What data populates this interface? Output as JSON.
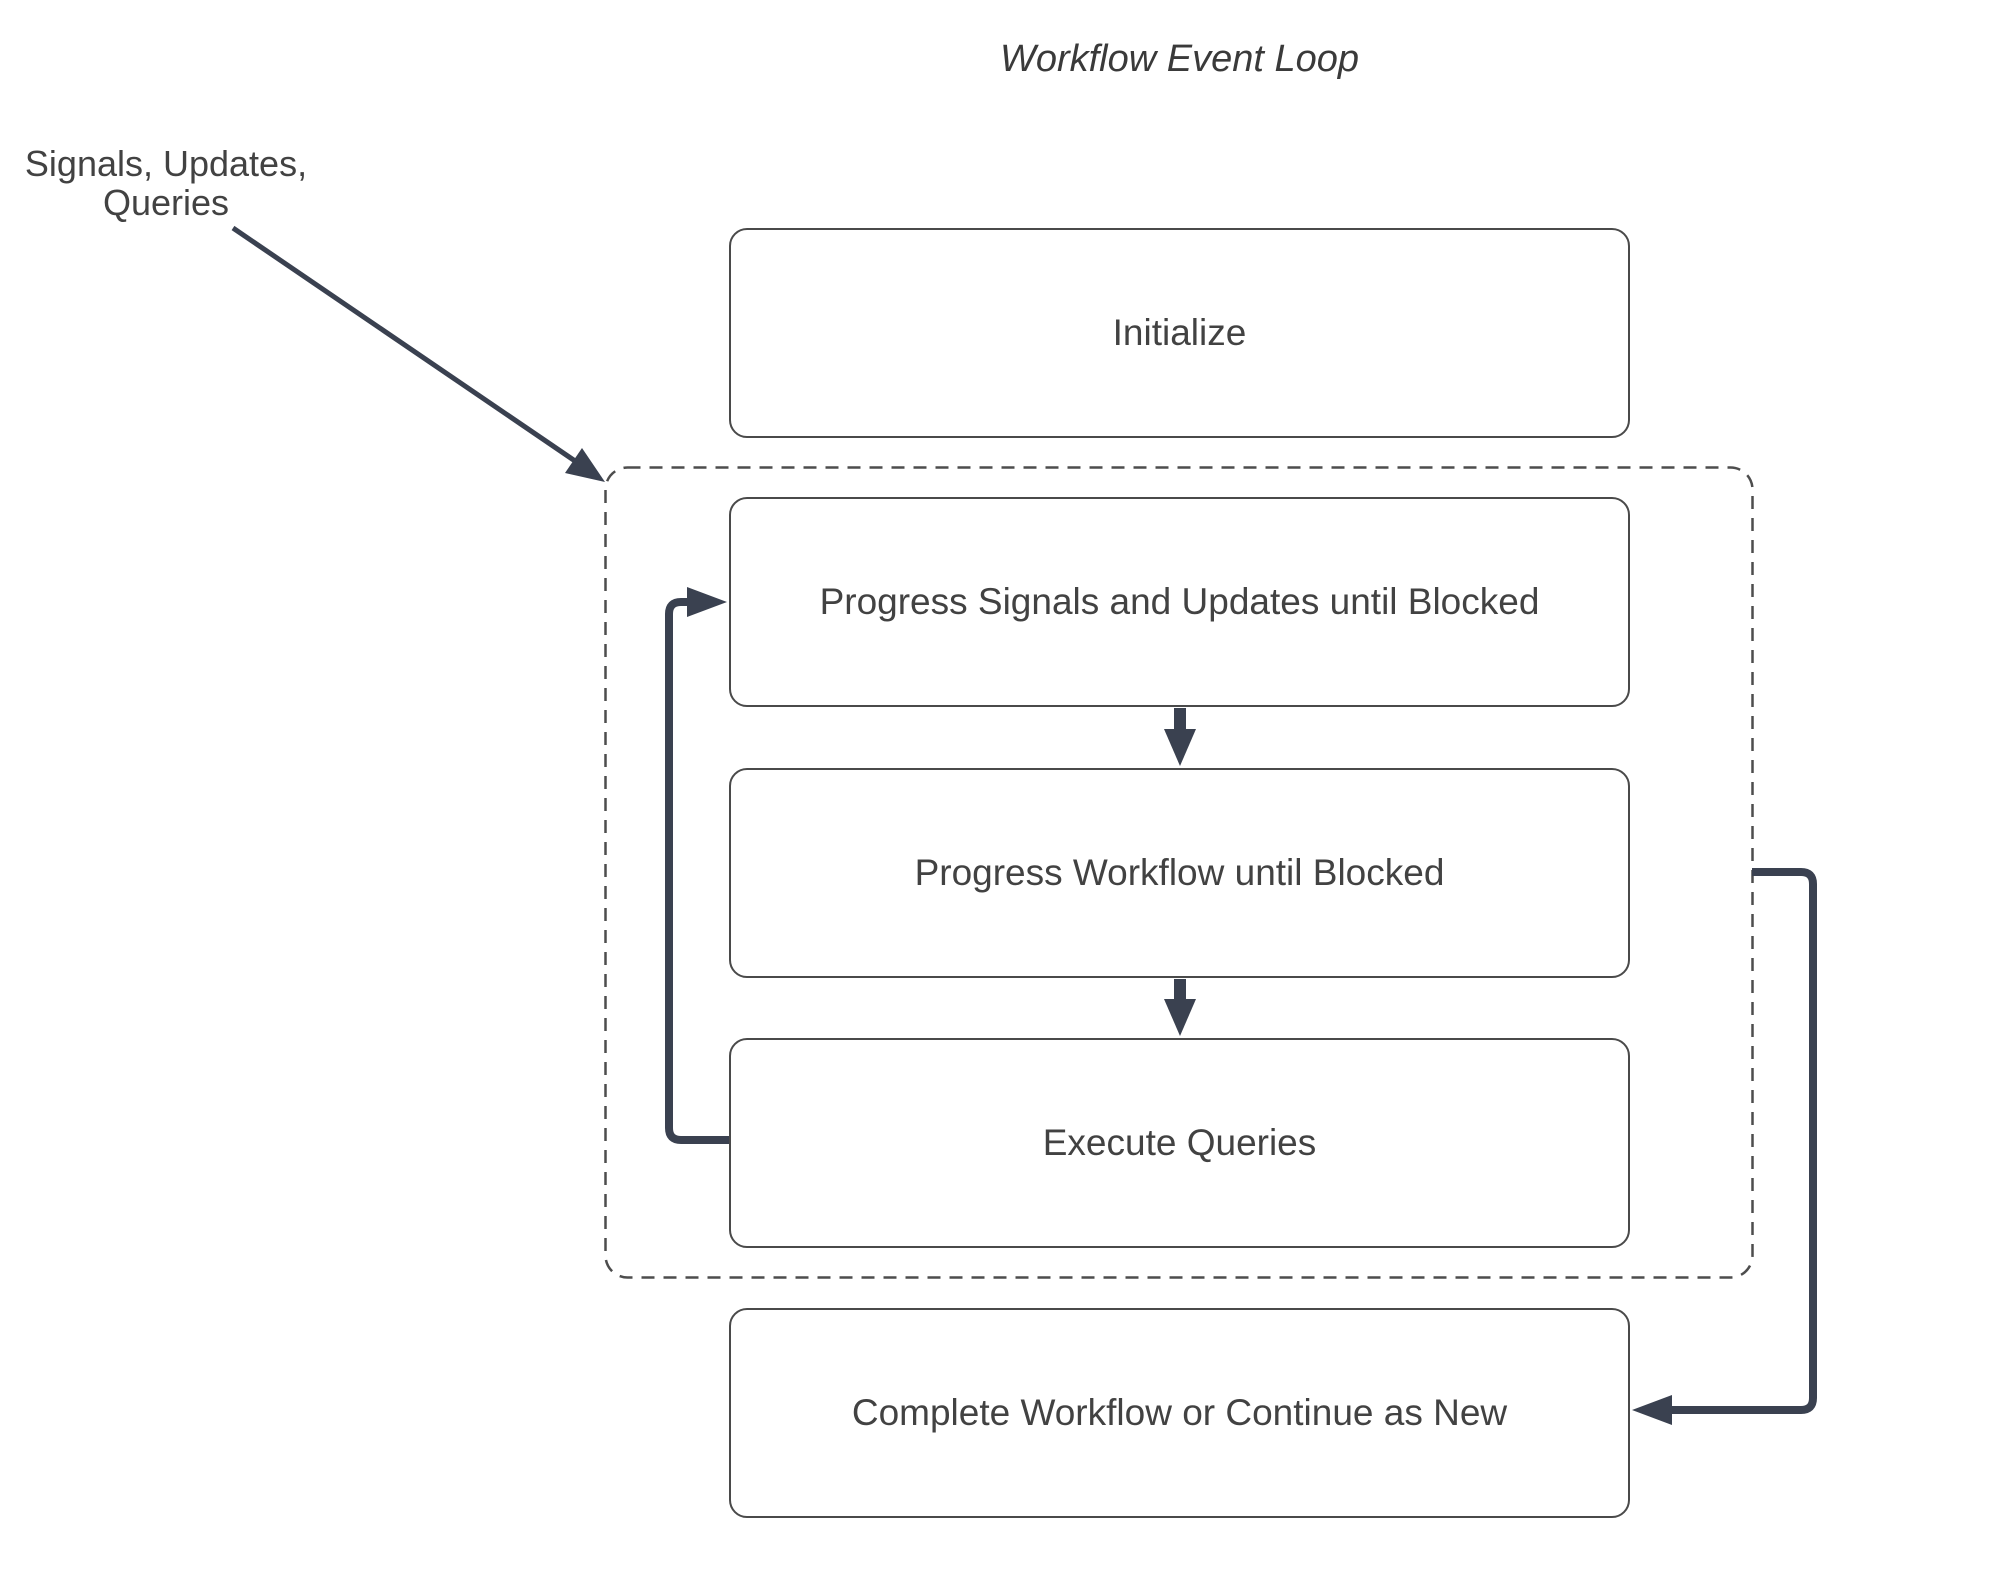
{
  "title": "Workflow Event Loop",
  "annotation": {
    "line1": "Signals, Updates,",
    "line2": "Queries"
  },
  "nodes": [
    {
      "id": "initialize",
      "label": "Initialize"
    },
    {
      "id": "progress-signals",
      "label": "Progress Signals and Updates until Blocked"
    },
    {
      "id": "progress-workflow",
      "label": "Progress Workflow until Blocked"
    },
    {
      "id": "execute-queries",
      "label": "Execute Queries"
    },
    {
      "id": "complete-workflow",
      "label": "Complete Workflow or Continue as New"
    }
  ],
  "group": {
    "id": "event-loop-group",
    "contains": [
      "progress-signals",
      "progress-workflow",
      "execute-queries"
    ],
    "border_style": "dashed"
  },
  "edges": [
    {
      "from": "annotation",
      "to": "event-loop-group",
      "style": "thin-diagonal-arrow"
    },
    {
      "from": "progress-signals",
      "to": "progress-workflow",
      "style": "thick-down-arrow"
    },
    {
      "from": "progress-workflow",
      "to": "execute-queries",
      "style": "thick-down-arrow"
    },
    {
      "from": "execute-queries",
      "to": "progress-signals",
      "style": "thick-elbow-arrow-left"
    },
    {
      "from": "event-loop-group",
      "to": "complete-workflow",
      "style": "thick-elbow-arrow-right"
    }
  ],
  "colors": {
    "background": "#ffffff",
    "node_border": "#4a4a4a",
    "dashed_border": "#4d4d4d",
    "text": "#424242",
    "title_text": "#3a3a3a",
    "arrow": "#3a4150"
  }
}
